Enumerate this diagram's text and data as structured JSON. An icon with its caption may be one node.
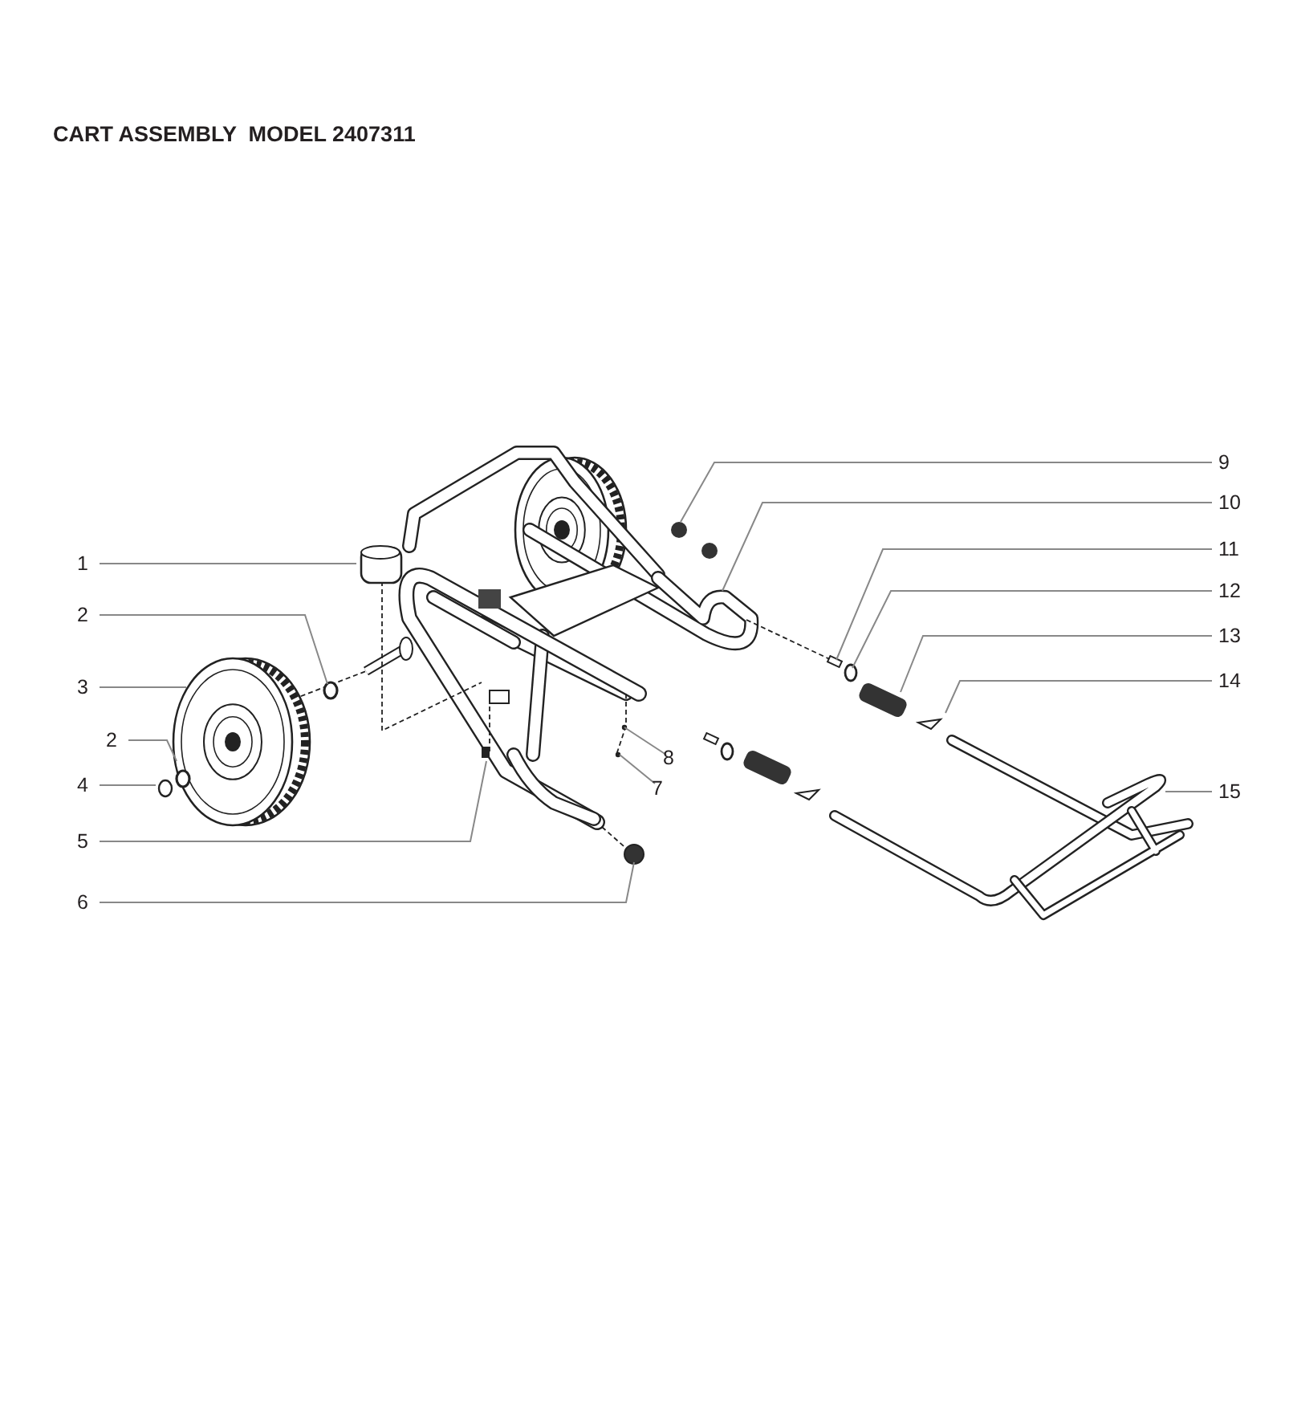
{
  "diagram": {
    "title": "CART ASSEMBLY  MODEL 2407311",
    "nodes": [
      {
        "text": [
          "1"
        ]
      },
      {
        "text": [
          "2"
        ]
      },
      {
        "text": [
          "3"
        ]
      },
      {
        "text": [
          "2"
        ]
      },
      {
        "text": [
          "4"
        ]
      },
      {
        "text": [
          "5"
        ]
      },
      {
        "text": [
          "6"
        ]
      },
      {
        "text": [
          "9"
        ]
      },
      {
        "text": [
          "10"
        ]
      },
      {
        "text": [
          "11"
        ]
      },
      {
        "text": [
          "12"
        ]
      },
      {
        "text": [
          "13"
        ]
      },
      {
        "text": [
          "14"
        ]
      },
      {
        "text": [
          "15"
        ]
      },
      {
        "text": [
          "8"
        ]
      },
      {
        "text": [
          "7"
        ]
      }
    ],
    "edges": [
      {
        "from": 0,
        "to": null,
        "arrow": "none"
      },
      {
        "from": 1,
        "to": null,
        "arrow": "none"
      },
      {
        "from": 2,
        "to": null,
        "arrow": "none"
      },
      {
        "from": 3,
        "to": null,
        "arrow": "none"
      },
      {
        "from": 4,
        "to": null,
        "arrow": "none"
      },
      {
        "from": 5,
        "to": null,
        "arrow": "none"
      },
      {
        "from": 6,
        "to": null,
        "arrow": "none"
      },
      {
        "from": 7,
        "to": null,
        "arrow": "none"
      },
      {
        "from": 8,
        "to": null,
        "arrow": "none"
      },
      {
        "from": 9,
        "to": null,
        "arrow": "none"
      },
      {
        "from": 10,
        "to": null,
        "arrow": "none"
      },
      {
        "from": 11,
        "to": null,
        "arrow": "none"
      },
      {
        "from": 12,
        "to": null,
        "arrow": "none"
      },
      {
        "from": 13,
        "to": null,
        "arrow": "none"
      },
      {
        "from": 14,
        "to": null,
        "arrow": "none"
      },
      {
        "from": 15,
        "to": null,
        "arrow": "none"
      }
    ]
  }
}
